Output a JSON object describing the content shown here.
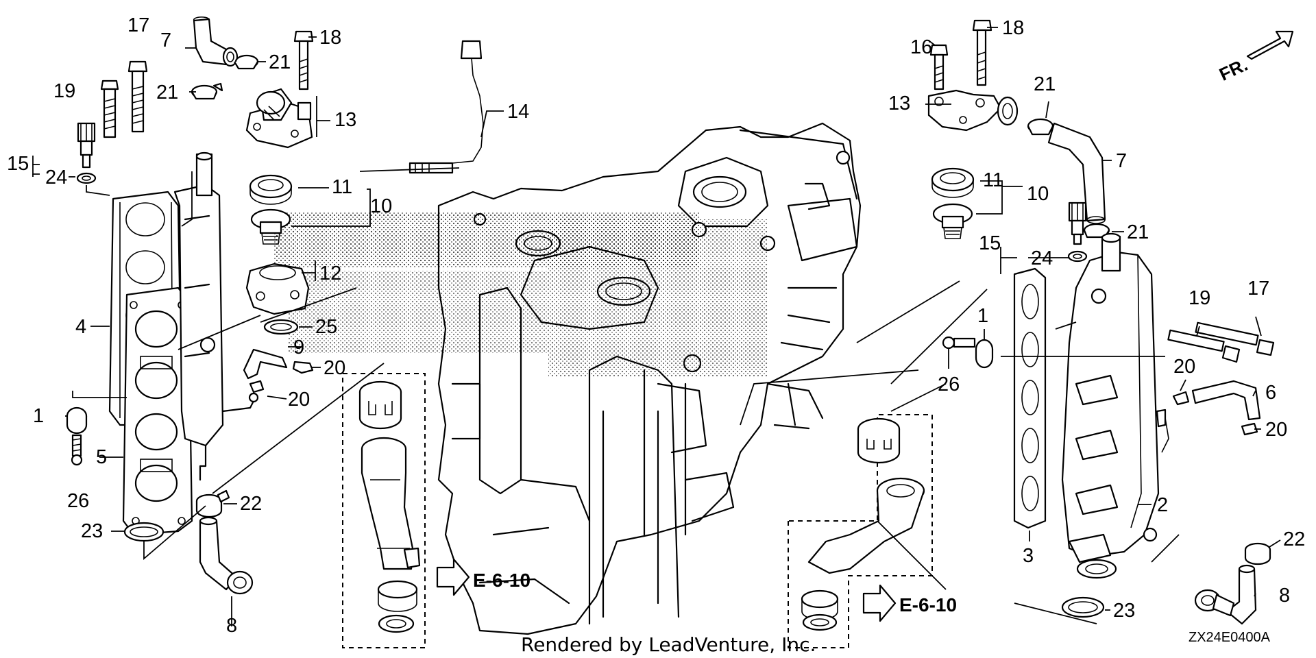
{
  "labels": {
    "l1a": "1",
    "l1b": "1",
    "l2": "2",
    "l3": "3",
    "l4": "4",
    "l5": "5",
    "l6": "6",
    "l7a": "7",
    "l7b": "7",
    "l8a": "8",
    "l8b": "8",
    "l9": "9",
    "l10a": "10",
    "l10b": "10",
    "l11a": "11",
    "l11b": "11",
    "l12": "12",
    "l13a": "13",
    "l13b": "13",
    "l14": "14",
    "l15a": "15",
    "l15b": "15",
    "l16": "16",
    "l17a": "17",
    "l17b": "17",
    "l18a": "18",
    "l18b": "18",
    "l19a": "19",
    "l19b": "19",
    "l20a": "20",
    "l20b": "20",
    "l20c": "20",
    "l20d": "20",
    "l21a": "21",
    "l21b": "21",
    "l21c": "21",
    "l21d": "21",
    "l22a": "22",
    "l22b": "22",
    "l23a": "23",
    "l23b": "23",
    "l24a": "24",
    "l24b": "24",
    "l25": "25",
    "l26a": "26",
    "l26b": "26"
  },
  "references": {
    "ref_left": "E-6-10",
    "ref_right": "E-6-10"
  },
  "direction_marker": "FR.",
  "footer": "Rendered by LeadVenture, Inc.",
  "diagram_code": "ZX24E0400A"
}
